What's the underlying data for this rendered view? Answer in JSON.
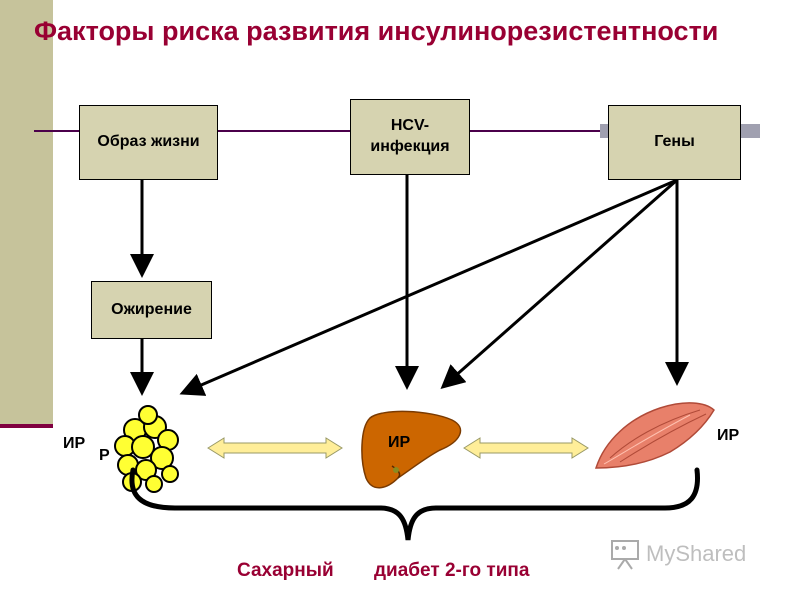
{
  "title": "Факторы риска развития инсулинорезистентности",
  "boxes": {
    "lifestyle": "Образ жизни",
    "hcv_line1": "HCV-",
    "hcv_line2": "инфекция",
    "genes": "Гены",
    "obesity": "Ожирение"
  },
  "ir_labels": {
    "adipose": "ИР",
    "liver": "ИР",
    "muscle": "ИР"
  },
  "stray_letter": "Р",
  "diabetes_caption": {
    "word1": "Сахарный",
    "word2": "диабет 2-го типа"
  },
  "watermark": "MyShared",
  "colors": {
    "title": "#990033",
    "box_fill": "#d6d3b0",
    "side_bar": "#c6c39b",
    "fat_cells": "#ffff33",
    "liver": "#cc6600",
    "muscle": "#e8806a",
    "double_arrow": "#ffee99"
  }
}
